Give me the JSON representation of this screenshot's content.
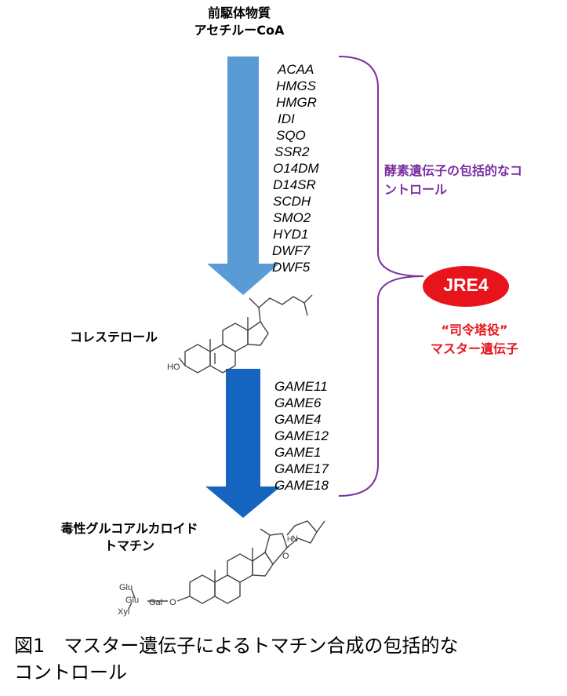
{
  "header": {
    "line1": "前駆体物質",
    "line2": "アセチルーCoA"
  },
  "genes_upper": [
    "ACAA",
    "HMGS",
    "HMGR",
    "IDI",
    "SQO",
    "SSR2",
    "O14DM",
    "D14SR",
    "SCDH",
    "SMO2",
    "HYD1",
    "DWF7",
    "DWF5"
  ],
  "genes_lower": [
    "GAME11",
    "GAME6",
    "GAME4",
    "GAME12",
    "GAME1",
    "GAME17",
    "GAME18"
  ],
  "cholesterol": {
    "name": "コレステロール",
    "ho_label": "HO"
  },
  "tomatine": {
    "line1": "毒性グルコアルカロイド",
    "line2": "トマチン",
    "sugars": [
      "Glu",
      "Glu",
      "Gal",
      "Xyl"
    ],
    "o_label": "O",
    "nh_label": "H",
    "n_label": "N",
    "ring_o_label": "O"
  },
  "bracket_label": {
    "line1": "酵素遺伝子の包括的なコ",
    "line2": "ントロール"
  },
  "master": {
    "name": "JRE4",
    "desc_line1": "“司令塔役”",
    "desc_line2": "マスター遺伝子"
  },
  "caption": {
    "line1": "図1　マスター遺伝子によるトマチン合成の包括的な",
    "line2": "コントロール"
  },
  "colors": {
    "upper_arrow": "#5b9bd5",
    "lower_arrow": "#1565c0",
    "bracket": "#7b2fa1",
    "master_fill": "#e8141b",
    "master_text": "#ffffff"
  }
}
